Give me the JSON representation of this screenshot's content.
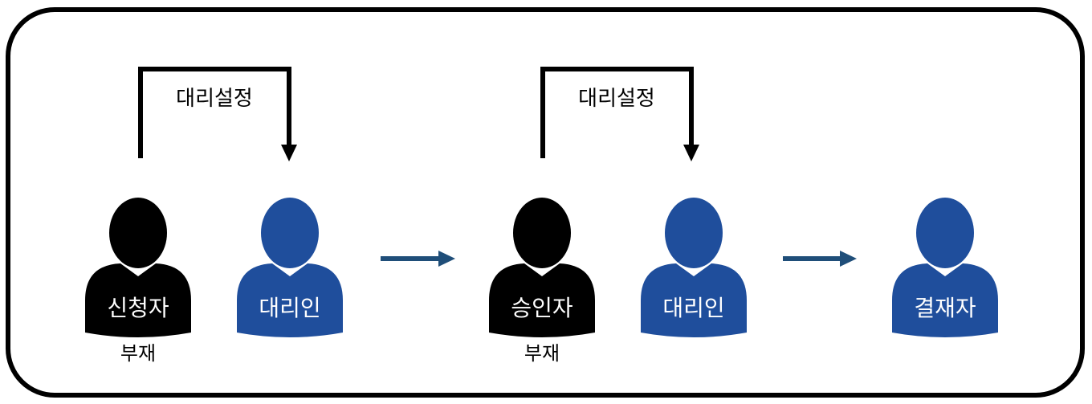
{
  "colors": {
    "black_person": "#000000",
    "blue_person": "#1f4e9c",
    "flow_arrow": "#1f4e79",
    "person_label": "#ffffff",
    "text": "#000000"
  },
  "delegation": [
    {
      "label": "대리설정"
    },
    {
      "label": "대리설정"
    }
  ],
  "people": [
    {
      "label": "신청자",
      "sublabel": "부재"
    },
    {
      "label": "대리인"
    },
    {
      "label": "승인자",
      "sublabel": "부재"
    },
    {
      "label": "대리인"
    },
    {
      "label": "결재자"
    }
  ]
}
